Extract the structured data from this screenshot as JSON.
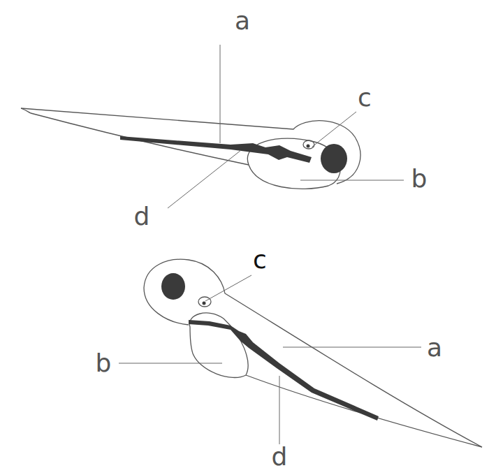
{
  "diagram": {
    "labels": [
      "a",
      "c",
      "b",
      "d",
      "c",
      "b",
      "a",
      "d"
    ]
  }
}
